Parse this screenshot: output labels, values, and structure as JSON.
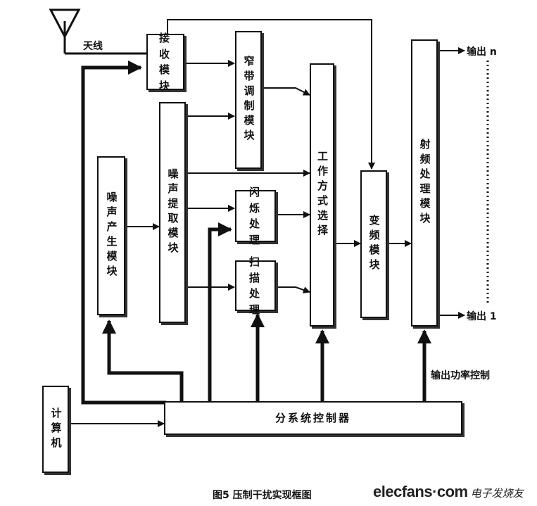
{
  "labels": {
    "antenna": "天线",
    "output_n": "输出 n",
    "output_1": "输出 1",
    "power_control": "输出功率控制",
    "caption": "图5   压制干扰实现框图"
  },
  "blocks": {
    "receive": "接收模块",
    "narrowband": "窄带调制模块",
    "noise_gen": "噪声产生模块",
    "noise_extract": "噪声提取模块",
    "flicker": "闪烁处理",
    "scan": "扫描处理",
    "mode_select": "工作方式选择",
    "freq_conv": "变频模块",
    "rf": "射频处理模块",
    "computer": "计算机",
    "controller": "分系统控制器"
  },
  "watermark": {
    "site": "elecfans·com",
    "site_cn": "电子发烧友"
  }
}
